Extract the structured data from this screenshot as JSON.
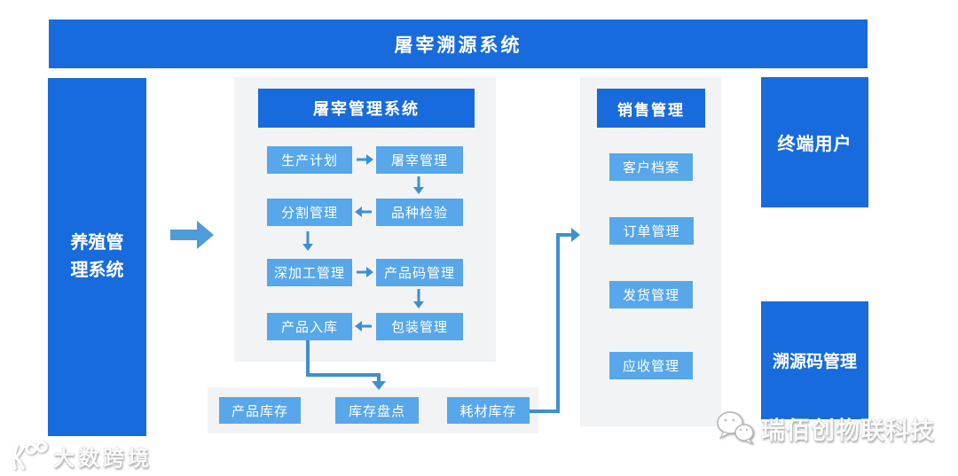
{
  "page": {
    "title": "屠宰溯源系统"
  },
  "left_system": {
    "label": "养殖管理系统"
  },
  "slaughter": {
    "header": "屠宰管理系统",
    "nodes": [
      {
        "label": "生产计划"
      },
      {
        "label": "屠宰管理"
      },
      {
        "label": "分割管理"
      },
      {
        "label": "品种检验"
      },
      {
        "label": "深加工管理"
      },
      {
        "label": "产品码管理"
      },
      {
        "label": "产品入库"
      },
      {
        "label": "包装管理"
      }
    ]
  },
  "inventory": {
    "nodes": [
      {
        "label": "产品库存"
      },
      {
        "label": "库存盘点"
      },
      {
        "label": "耗材库存"
      }
    ]
  },
  "sales": {
    "header": "销售管理",
    "nodes": [
      {
        "label": "客户档案"
      },
      {
        "label": "订单管理"
      },
      {
        "label": "发货管理"
      },
      {
        "label": "应收管理"
      }
    ]
  },
  "right_systems": {
    "end_user": "终端用户",
    "trace_code": "溯源码管理"
  },
  "watermarks": {
    "bottom_left": "大数跨境",
    "bottom_right": "瑞佰创物联科技"
  },
  "colors": {
    "primary_blue": "#186BDD",
    "light_blue": "#57A7EA",
    "connector_blue": "#3E8FD0",
    "block_arrow_blue": "#4E9CD9",
    "panel_gray": "#F2F3F4"
  }
}
